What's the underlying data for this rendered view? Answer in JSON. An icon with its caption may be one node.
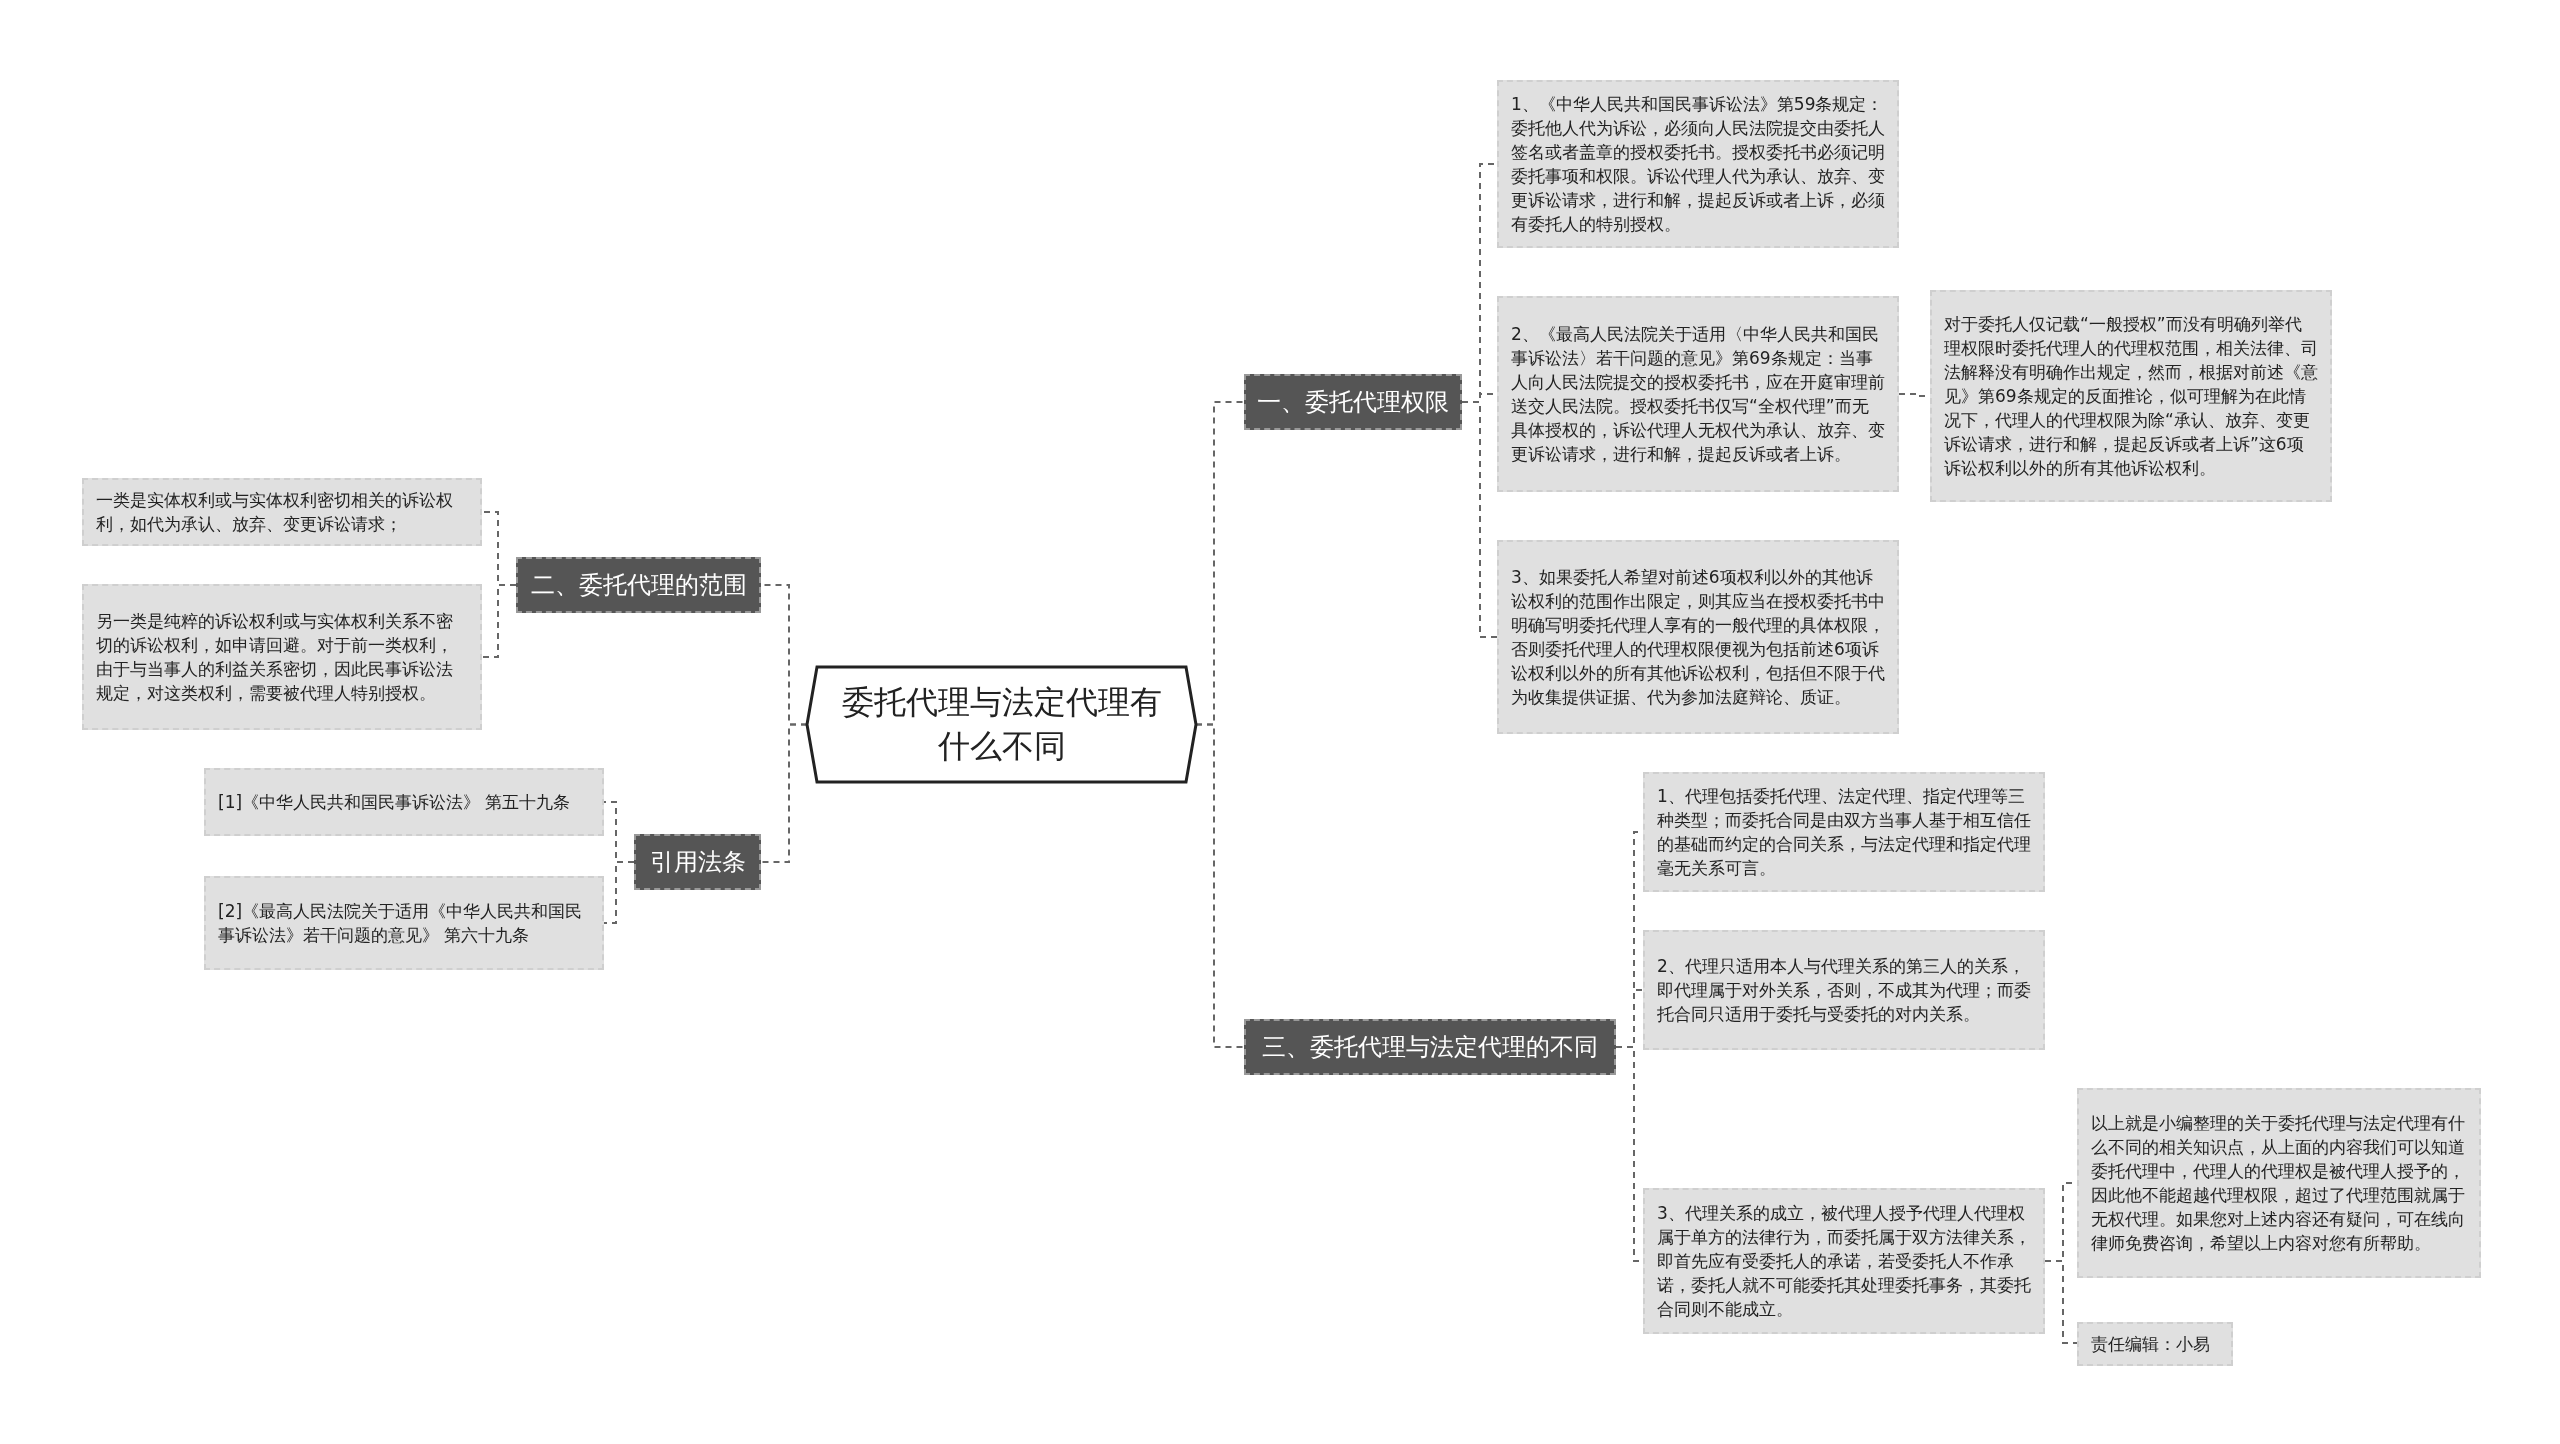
{
  "diagram": {
    "nodes": [
      {
        "text": [
          "委托代理与法定代理有什么不同"
        ]
      },
      {
        "text": [
          "一、委托代理权限"
        ]
      },
      {
        "text": [
          "1、《中华人民共和国民事诉讼法》第59条规定：委托他人代为诉讼，必须向人民法院提交由委托人签名或者盖章的授权委托书。授权委托书必须记明委托事项和权限。诉讼代理人代为承认、放弃、变更诉讼请求，进行和解，提起反诉或者上诉，必须有委托人的特别授权。"
        ]
      },
      {
        "text": [
          "2、《最高人民法院关于适用〈中华人民共和国民事诉讼法〉若干问题的意见》第69条规定：当事人向人民法院提交的授权委托书，应在开庭审理前送交人民法院。授权委托书仅写“全权代理”而无具体授权的，诉讼代理人无权代为承认、放弃、变更诉讼请求，进行和解，提起反诉或者上诉。"
        ]
      },
      {
        "text": [
          "对于委托人仅记载“一般授权”而没有明确列举代理权限时委托代理人的代理权范围，相关法律、司法解释没有明确作出规定，然而，根据对前述《意见》第69条规定的反面推论，似可理解为在此情况下，代理人的代理权限为除“承认、放弃、变更诉讼请求，进行和解，提起反诉或者上诉”这6项诉讼权利以外的所有其他诉讼权利。"
        ]
      },
      {
        "text": [
          "3、如果委托人希望对前述6项权利以外的其他诉讼权利的范围作出限定，则其应当在授权委托书中明确写明委托代理人享有的一般代理的具体权限，否则委托代理人的代理权限便视为包括前述6项诉讼权利以外的所有其他诉讼权利，包括但不限于代为收集提供证据、代为参加法庭辩论、质证。"
        ]
      },
      {
        "text": [
          "三、委托代理与法定代理的不同"
        ]
      },
      {
        "text": [
          "1、代理包括委托代理、法定代理、指定代理等三种类型；而委托合同是由双方当事人基于相互信任的基础而约定的合同关系，与法定代理和指定代理毫无关系可言。"
        ]
      },
      {
        "text": [
          "2、代理只适用本人与代理关系的第三人的关系，即代理属于对外关系，否则，不成其为代理；而委托合同只适用于委托与受委托的对内关系。"
        ]
      },
      {
        "text": [
          "3、代理关系的成立，被代理人授予代理人代理权属于单方的法律行为，而委托属于双方法律关系，即首先应有受委托人的承诺，若受委托人不作承诺，委托人就不可能委托其处理委托事务，其委托合同则不能成立。"
        ]
      },
      {
        "text": [
          "以上就是小编整理的关于委托代理与法定代理有什么不同的相关知识点，从上面的内容我们可以知道委托代理中，代理人的代理权是被代理人授予的，因此他不能超越代理权限，超过了代理范围就属于无权代理。如果您对上述内容还有疑问，可在线向律师免费咨询，希望以上内容对您有所帮助。"
        ]
      },
      {
        "text": [
          "责任编辑：小易"
        ]
      },
      {
        "text": [
          "二、委托代理的范围"
        ]
      },
      {
        "text": [
          "一类是实体权利或与实体权利密切相关的诉讼权利，如代为承认、放弃、变更诉讼请求；"
        ]
      },
      {
        "text": [
          "另一类是纯粹的诉讼权利或与实体权利关系不密切的诉讼权利，如申请回避。对于前一类权利，由于与当事人的利益关系密切，因此民事诉讼法规定，对这类权利，需要被代理人特别授权。"
        ]
      },
      {
        "text": [
          "引用法条"
        ]
      },
      {
        "text": [
          "[1]《中华人民共和国民事诉讼法》 第五十九条"
        ]
      },
      {
        "text": [
          "[2]《最高人民法院关于适用《中华人民共和国民事诉讼法》若干问题的意见》 第六十九条"
        ]
      }
    ],
    "edges": [
      {
        "from": 0,
        "to": 1,
        "arrow": "none"
      },
      {
        "from": 1,
        "to": 2,
        "arrow": "none"
      },
      {
        "from": 1,
        "to": 3,
        "arrow": "none"
      },
      {
        "from": 3,
        "to": 4,
        "arrow": "none"
      },
      {
        "from": 1,
        "to": 5,
        "arrow": "none"
      },
      {
        "from": 0,
        "to": 6,
        "arrow": "none"
      },
      {
        "from": 6,
        "to": 7,
        "arrow": "none"
      },
      {
        "from": 6,
        "to": 8,
        "arrow": "none"
      },
      {
        "from": 6,
        "to": 9,
        "arrow": "none"
      },
      {
        "from": 9,
        "to": 10,
        "arrow": "none"
      },
      {
        "from": 9,
        "to": 11,
        "arrow": "none"
      },
      {
        "from": 0,
        "to": 12,
        "arrow": "none"
      },
      {
        "from": 12,
        "to": 13,
        "arrow": "none"
      },
      {
        "from": 12,
        "to": 14,
        "arrow": "none"
      },
      {
        "from": 0,
        "to": 15,
        "arrow": "none"
      },
      {
        "from": 15,
        "to": 16,
        "arrow": "none"
      },
      {
        "from": 15,
        "to": 17,
        "arrow": "none"
      }
    ]
  }
}
